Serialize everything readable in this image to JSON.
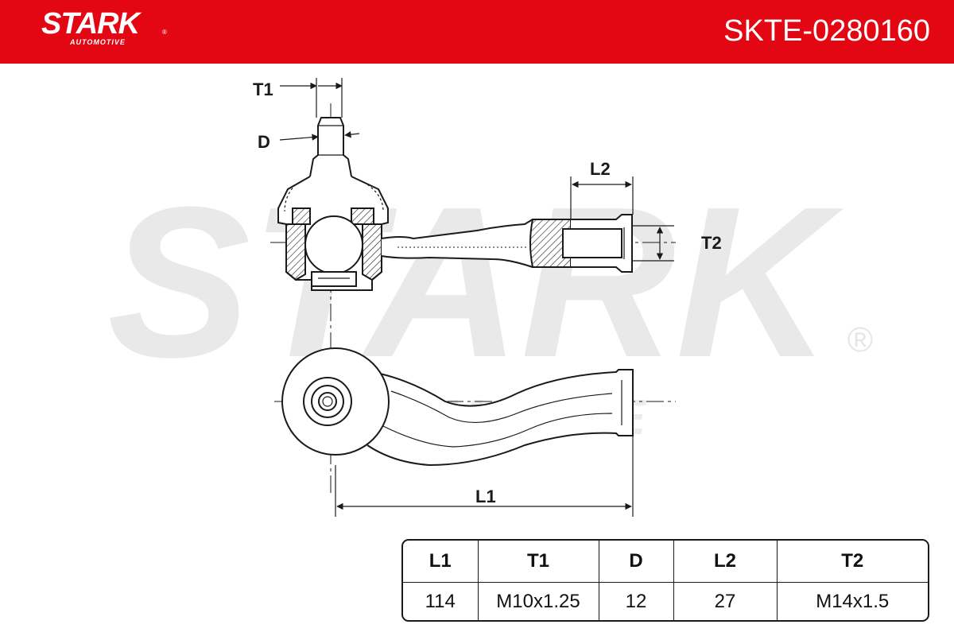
{
  "header": {
    "brand": "STARK",
    "brand_sub": "AUTOMOTIVE",
    "registered": "®",
    "article_number": "SKTE-0280160",
    "color": "#e30613"
  },
  "watermark": {
    "main": "STARK",
    "sub": "AUTOMOTIVE",
    "registered": "®"
  },
  "dimension_labels": {
    "t1": "T1",
    "d": "D",
    "l2": "L2",
    "t2": "T2",
    "l1": "L1"
  },
  "spec_table": {
    "headers": [
      "L1",
      "T1",
      "D",
      "L2",
      "T2"
    ],
    "values": [
      "114",
      "M10x1.25",
      "12",
      "27",
      "M14x1.5"
    ]
  }
}
